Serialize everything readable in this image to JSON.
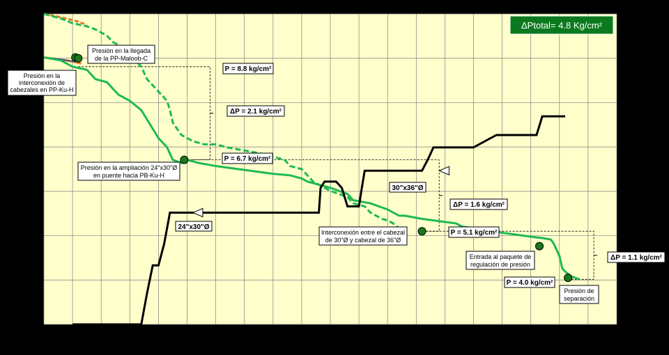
{
  "chart_data": {
    "type": "line",
    "title": "",
    "xlabel": "",
    "ylabel": "",
    "xlim": [
      0,
      100
    ],
    "ylim": [
      0,
      100
    ],
    "grid": true,
    "series": [
      {
        "style": "solid-green",
        "color": "#1db954",
        "x": [
          0,
          3,
          5,
          7.5,
          9,
          11,
          12,
          13,
          15,
          17,
          18,
          19,
          20,
          21.5,
          22,
          22.5,
          24,
          25,
          27,
          30,
          34,
          38,
          40,
          43,
          45,
          46,
          47,
          48,
          50,
          53,
          54,
          57,
          60,
          62,
          63,
          66,
          68,
          70,
          72,
          73,
          75,
          77,
          78,
          80,
          82,
          84,
          86,
          87,
          88,
          88.5,
          89,
          90,
          90.5,
          91,
          92,
          93.5
        ],
        "y": [
          86,
          85,
          83,
          82,
          79,
          78,
          76,
          74,
          72,
          69,
          66,
          63,
          60,
          57,
          55,
          53,
          52,
          53,
          52,
          51,
          50,
          49,
          48.5,
          48,
          47,
          46,
          45.5,
          45,
          44,
          42,
          40,
          39,
          37,
          35,
          35,
          34,
          33.5,
          33,
          32.5,
          31.5,
          31,
          30.5,
          30,
          29.5,
          29,
          28.5,
          28,
          27.8,
          27.5,
          27.3,
          26,
          22,
          18,
          17,
          15.5,
          14.5
        ]
      },
      {
        "style": "dashed-green",
        "color": "#1db954",
        "x": [
          0,
          3,
          5,
          7.5,
          9,
          11,
          12,
          13,
          15,
          17,
          18,
          19,
          20,
          21.5,
          22,
          22.5,
          24,
          26,
          28,
          30,
          32,
          35,
          38,
          40,
          42,
          43,
          45,
          46,
          47,
          48,
          49,
          50,
          53,
          54,
          56,
          57,
          58,
          59,
          60,
          61,
          62
        ],
        "y": [
          100,
          98.5,
          97,
          96,
          95,
          93,
          91,
          90,
          87,
          83,
          79,
          77,
          75,
          72,
          69,
          65,
          61,
          59,
          58,
          58,
          57,
          56,
          55,
          54,
          53,
          51,
          50,
          48,
          46,
          45,
          44,
          43,
          41,
          39,
          38,
          36,
          35,
          34,
          33.5,
          32.5,
          31
        ]
      },
      {
        "style": "solid-black",
        "color": "#000000",
        "x": [
          5,
          11,
          17,
          18,
          19,
          20,
          21,
          22,
          40,
          43,
          44,
          45,
          47,
          48,
          48.3,
          49,
          51,
          52,
          53,
          55,
          55.5,
          56,
          57,
          58,
          60,
          62,
          63,
          63.5,
          64,
          66,
          67,
          68,
          70,
          71,
          72,
          73,
          74,
          75,
          77,
          79,
          83,
          85,
          86,
          87,
          88,
          89,
          91
        ],
        "y": [
          0,
          0,
          0,
          10,
          19,
          19,
          26,
          36,
          36,
          36,
          36,
          36,
          36,
          36,
          44,
          46,
          46,
          44,
          38,
          38,
          44,
          49.5,
          49.5,
          49.5,
          49.5,
          49.5,
          49.5,
          49.5,
          49.5,
          49.5,
          53,
          57,
          57,
          57,
          57,
          57,
          57,
          57,
          59,
          61,
          61,
          61,
          61,
          67,
          67,
          67,
          67
        ]
      }
    ],
    "points": [
      {
        "x": 5.5,
        "y": 86
      },
      {
        "x": 6,
        "y": 85.7
      },
      {
        "x": 24.5,
        "y": 53
      },
      {
        "x": 66,
        "y": 30
      },
      {
        "x": 86.5,
        "y": 25.2
      },
      {
        "x": 91.5,
        "y": 15
      }
    ],
    "callouts": [
      {
        "key": "llegada",
        "lines": [
          "Presión en la llegada",
          "de la PP-Maloob-C"
        ]
      },
      {
        "key": "interconexion",
        "lines": [
          "Presión en la",
          "interconexión de",
          "cabezales en PP-Ku-H"
        ]
      },
      {
        "key": "ampliacion",
        "lines": [
          "Presión en la ampliación 24\"x30\"Ø",
          "en puente hacia PB-Ku-H"
        ]
      },
      {
        "key": "cabezal",
        "lines": [
          "Interconexión entre el cabezal",
          "de 30\"Ø y cabezal de 36\"Ø"
        ]
      },
      {
        "key": "paquete",
        "lines": [
          "Entrada al paquete de",
          "regulación de presión"
        ]
      },
      {
        "key": "separacion",
        "lines": [
          "Presión de",
          "separación"
        ]
      }
    ],
    "pressure_labels": [
      "P = 8.8 kg/cm²",
      "P = 6.7 kg/cm²",
      "P = 5.1 kg/cm²",
      "P = 4.0 kg/cm²"
    ],
    "delta_labels": [
      "ΔP = 2.1 kg/cm²",
      "ΔP = 1.6 kg/cm²",
      "ΔP = 1.1 kg/cm²"
    ],
    "pipe_labels": [
      "24\"x30\"Ø",
      "30\"x36\"Ø"
    ],
    "total_label": "ΔPtotal= 4.8 Kg/cm²",
    "colors": {
      "plot_bg": "#ffffcc",
      "grid": "#7f7f7f",
      "green": "#1db954",
      "orange": "#e87722",
      "blue": "#1f4aa0",
      "total_bg": "#0b7a1f"
    }
  }
}
